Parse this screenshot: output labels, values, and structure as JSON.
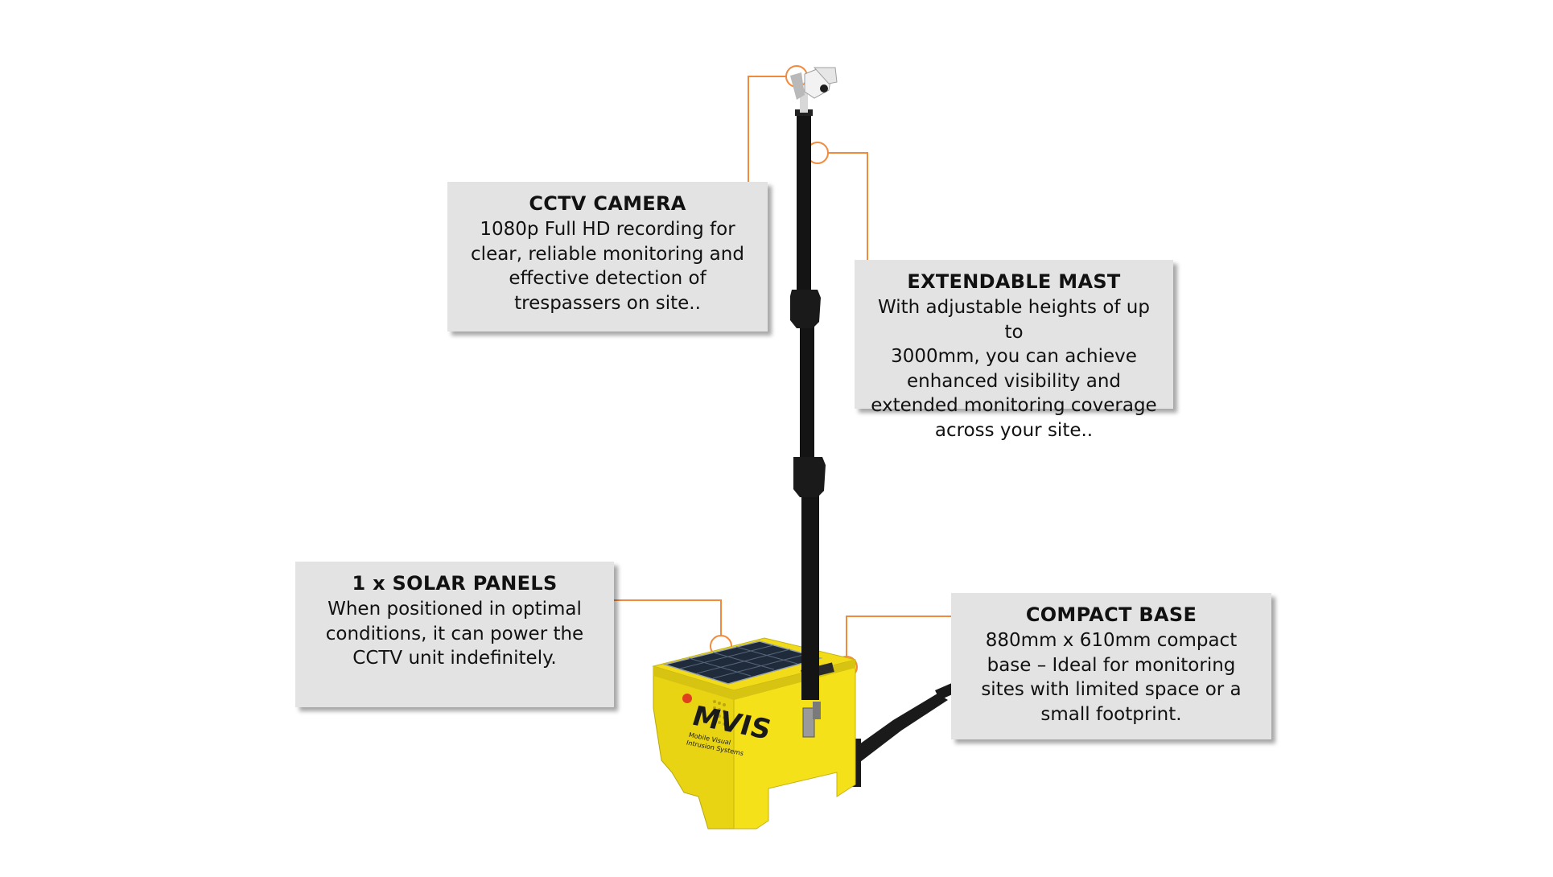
{
  "callouts": {
    "cctv": {
      "title": "CCTV CAMERA",
      "lines": [
        "1080p Full HD recording for",
        "clear, reliable monitoring and",
        "effective detection of",
        "trespassers on site.."
      ]
    },
    "mast": {
      "title": "EXTENDABLE MAST",
      "lines": [
        "With adjustable heights of up to",
        "3000mm, you can achieve",
        "enhanced visibility and",
        "extended monitoring coverage",
        "across your site.."
      ]
    },
    "solar": {
      "title": "1 x SOLAR PANELS",
      "lines": [
        "When positioned in optimal",
        "conditions, it can power the",
        "CCTV unit indefinitely."
      ]
    },
    "base": {
      "title": "COMPACT BASE",
      "lines": [
        "880mm x 610mm compact",
        "base – Ideal for monitoring",
        "sites with limited space or a",
        "small footprint."
      ]
    }
  },
  "product": {
    "logo": "MVIS",
    "tagline_lines": [
      "Mobile Visual",
      "Intrusion Systems"
    ]
  },
  "colors": {
    "accent": "#f08a3c",
    "unit_yellow": "#f5e11a",
    "mast": "#141414",
    "callout_bg": "#e3e3e3"
  }
}
